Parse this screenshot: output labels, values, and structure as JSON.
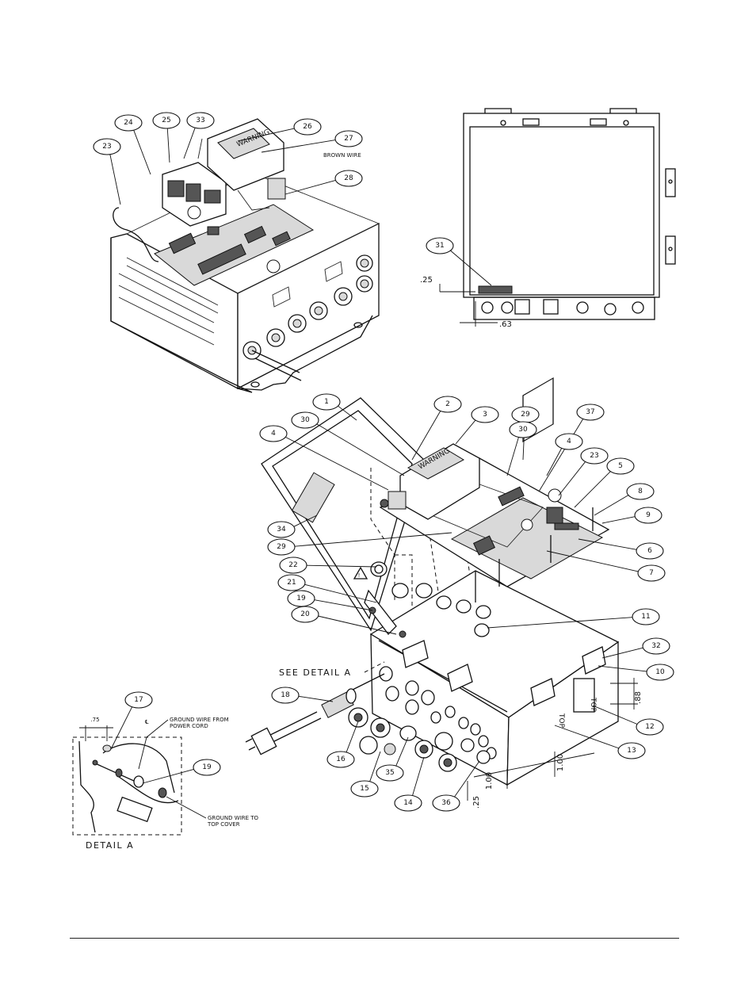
{
  "balloons": {
    "topLeft": [
      {
        "id": "tl23",
        "label": "23"
      },
      {
        "id": "tl24",
        "label": "24"
      },
      {
        "id": "tl25",
        "label": "25"
      },
      {
        "id": "tl33",
        "label": "33"
      },
      {
        "id": "tl26",
        "label": "26"
      },
      {
        "id": "tl27",
        "label": "27"
      },
      {
        "id": "tl28",
        "label": "28"
      }
    ],
    "topRight": [
      {
        "id": "tr31",
        "label": "31"
      }
    ],
    "main": [
      {
        "id": "m1",
        "label": "1"
      },
      {
        "id": "m2",
        "label": "2"
      },
      {
        "id": "m3",
        "label": "3"
      },
      {
        "id": "m29a",
        "label": "29"
      },
      {
        "id": "m37",
        "label": "37"
      },
      {
        "id": "m30a",
        "label": "30"
      },
      {
        "id": "m4a",
        "label": "4"
      },
      {
        "id": "m30b",
        "label": "30"
      },
      {
        "id": "m4b",
        "label": "4"
      },
      {
        "id": "m23",
        "label": "23"
      },
      {
        "id": "m5",
        "label": "5"
      },
      {
        "id": "m8",
        "label": "8"
      },
      {
        "id": "m9",
        "label": "9"
      },
      {
        "id": "m34",
        "label": "34"
      },
      {
        "id": "m6",
        "label": "6"
      },
      {
        "id": "m29b",
        "label": "29"
      },
      {
        "id": "m22",
        "label": "22"
      },
      {
        "id": "m7",
        "label": "7"
      },
      {
        "id": "m21",
        "label": "21"
      },
      {
        "id": "m19",
        "label": "19"
      },
      {
        "id": "m20",
        "label": "20"
      },
      {
        "id": "m11",
        "label": "11"
      },
      {
        "id": "m32",
        "label": "32"
      },
      {
        "id": "m10",
        "label": "10"
      },
      {
        "id": "m18",
        "label": "18"
      },
      {
        "id": "m12",
        "label": "12"
      },
      {
        "id": "m13",
        "label": "13"
      },
      {
        "id": "m16",
        "label": "16"
      },
      {
        "id": "m35",
        "label": "35"
      },
      {
        "id": "m15",
        "label": "15"
      },
      {
        "id": "m14",
        "label": "14"
      },
      {
        "id": "m36",
        "label": "36"
      }
    ],
    "detail": [
      {
        "id": "d17",
        "label": "17"
      },
      {
        "id": "d19",
        "label": "19"
      }
    ]
  },
  "notes": {
    "brown_wire": "BROWN WIRE",
    "see_detail": "SEE DETAIL A",
    "detail_title": "DETAIL A",
    "ground_from_cord_1": "GROUND WIRE FROM",
    "ground_from_cord_2": "POWER CORD",
    "ground_to_cover_1": "GROUND WIRE TO",
    "ground_to_cover_2": "TOP COVER",
    "centerline": "℄",
    "label_top_1": "TOP",
    "label_top_2": "TOP"
  },
  "dimensions": {
    "top_right_v": ".25",
    "top_right_h": ".63",
    "main_88": ".88",
    "main_100a": "1.00",
    "main_100b": "1.00",
    "main_25": ".25",
    "detail_75": ".75"
  },
  "label_text": {
    "warning": "WARNING"
  }
}
